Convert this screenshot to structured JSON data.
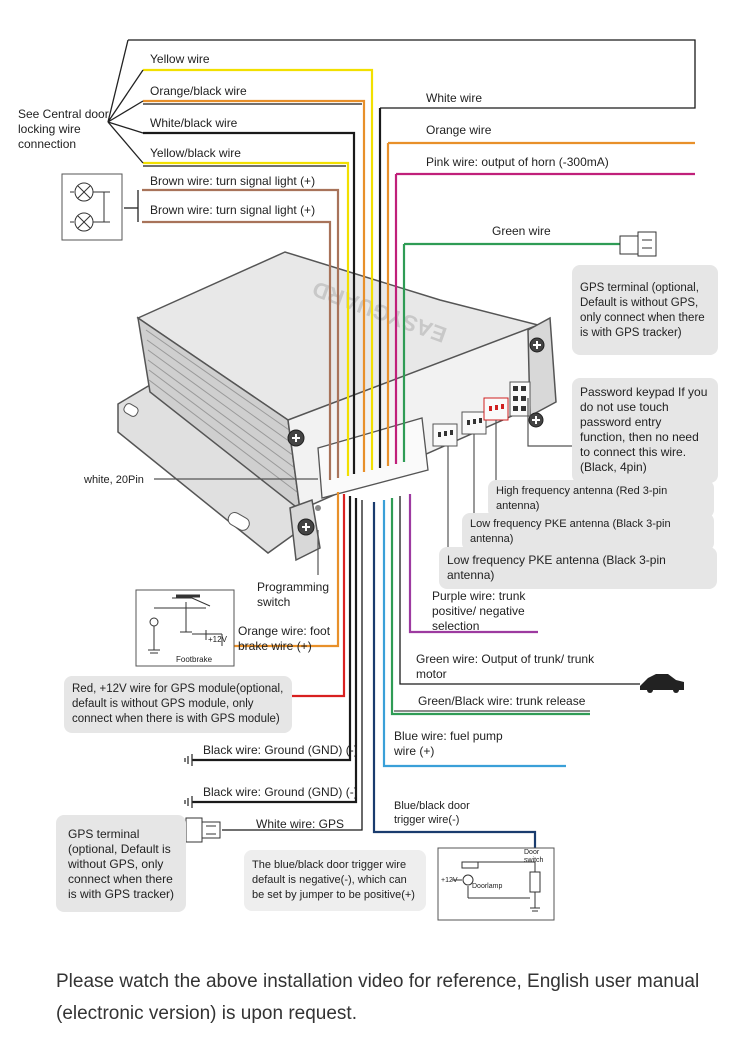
{
  "labels": {
    "yellow": "Yellow wire",
    "orange_black": "Orange/black wire",
    "white_black": "White/black wire",
    "yellow_black": "Yellow/black wire",
    "central_door": "See Central door locking wire connection",
    "brown1": "Brown wire: turn signal light (+)",
    "brown2": "Brown wire: turn signal light (+)",
    "white": "White wire",
    "orange": "Orange wire",
    "pink": "Pink wire: output of horn (-300mA)",
    "green": "Green wire",
    "white_20pin": "white, 20Pin",
    "programming_switch": "Programming switch",
    "orange_footbrake": "Orange wire: foot brake wire (+)",
    "footbrake": "Footbrake",
    "plus12v": "+12V",
    "purple": "Purple wire: trunk positive/ negative selection",
    "green_trunk": "Green wire: Output of trunk/ trunk motor",
    "green_black": "Green/Black wire: trunk release",
    "blue": "Blue wire: fuel pump wire (+)",
    "black_gnd1": "Black wire: Ground (GND) (-)",
    "black_gnd2": "Black wire: Ground (GND) (-)",
    "white_gps": "White wire: GPS",
    "blue_black": "Blue/black door trigger wire(-)",
    "door_switch": "Door switch",
    "door_lamp": "Doorlamp",
    "door_12v": "+12V",
    "brand": "EASYGUARD"
  },
  "boxes": {
    "gps_terminal_right": "GPS terminal (optional, Default is without GPS, only connect when there is with GPS tracker)",
    "password_keypad": "Password keypad If you do not use touch password entry function, then no need to connect this wire. (Black, 4pin)",
    "hf_antenna": "High frequency antenna (Red 3-pin antenna)",
    "lf_antenna1": "Low frequency PKE antenna (Black 3-pin antenna)",
    "lf_antenna2": "Low frequency PKE antenna (Black 3-pin antenna)",
    "red_12v": "Red, +12V wire for GPS module(optional, default is without GPS module, only connect when there is with GPS module)",
    "gps_terminal_left": "GPS terminal (optional, Default is without GPS, only connect when there is with GPS tracker)",
    "blue_black_note": "The blue/black door trigger wire default is negative(-), which can be set by jumper to be positive(+)"
  },
  "caption": "Please watch the above installation video for reference, English user manual (electronic version) is upon request.",
  "colors": {
    "yellow": "#f2e000",
    "orange": "#e8902a",
    "black": "#1a1a1a",
    "brown": "#a8735a",
    "pink": "#c0207a",
    "green": "#2f9c55",
    "purple": "#9d3aa0",
    "red": "#d82020",
    "blue": "#3aa0d8",
    "navy": "#1a3c6e",
    "box_grey": "#e6e6e6"
  }
}
